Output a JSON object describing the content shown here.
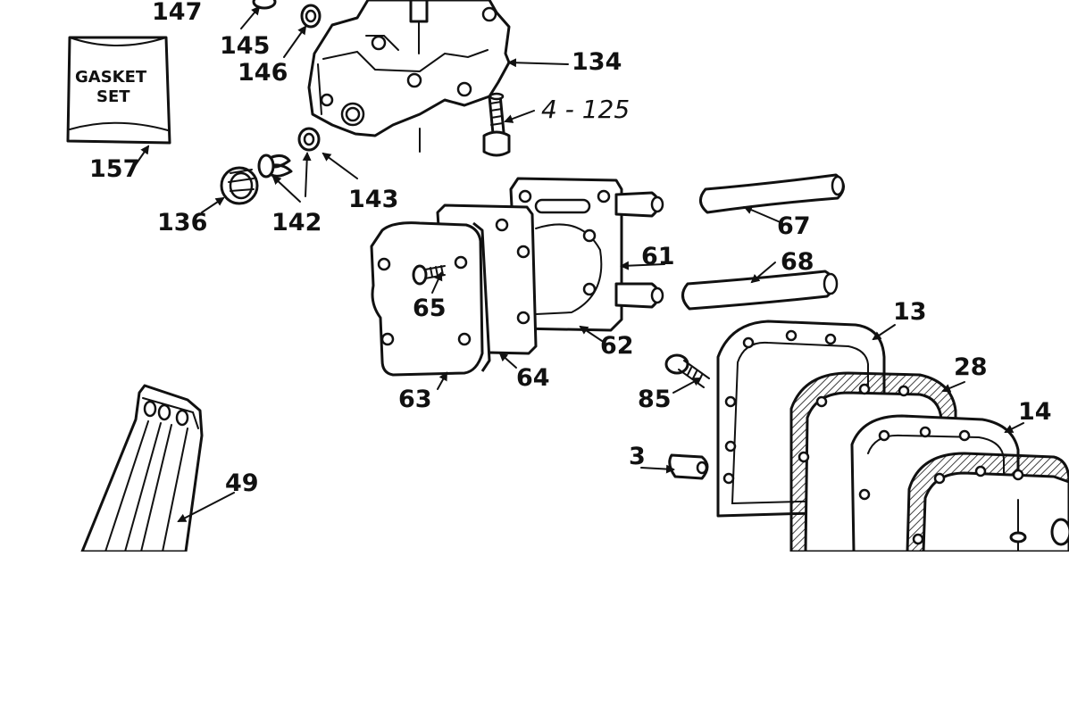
{
  "gasket_set": {
    "line1": "GASKET",
    "line2": "SET"
  },
  "callouts": {
    "c147": "147",
    "c145": "145",
    "c146": "146",
    "c134": "134",
    "c4_125": "4 - 125",
    "c157": "157",
    "c136": "136",
    "c142": "142",
    "c143": "143",
    "c67": "67",
    "c68": "68",
    "c61": "61",
    "c65": "65",
    "c62": "62",
    "c64": "64",
    "c63": "63",
    "c13": "13",
    "c28": "28",
    "c85": "85",
    "c14": "14",
    "c3": "3",
    "c49": "49"
  }
}
